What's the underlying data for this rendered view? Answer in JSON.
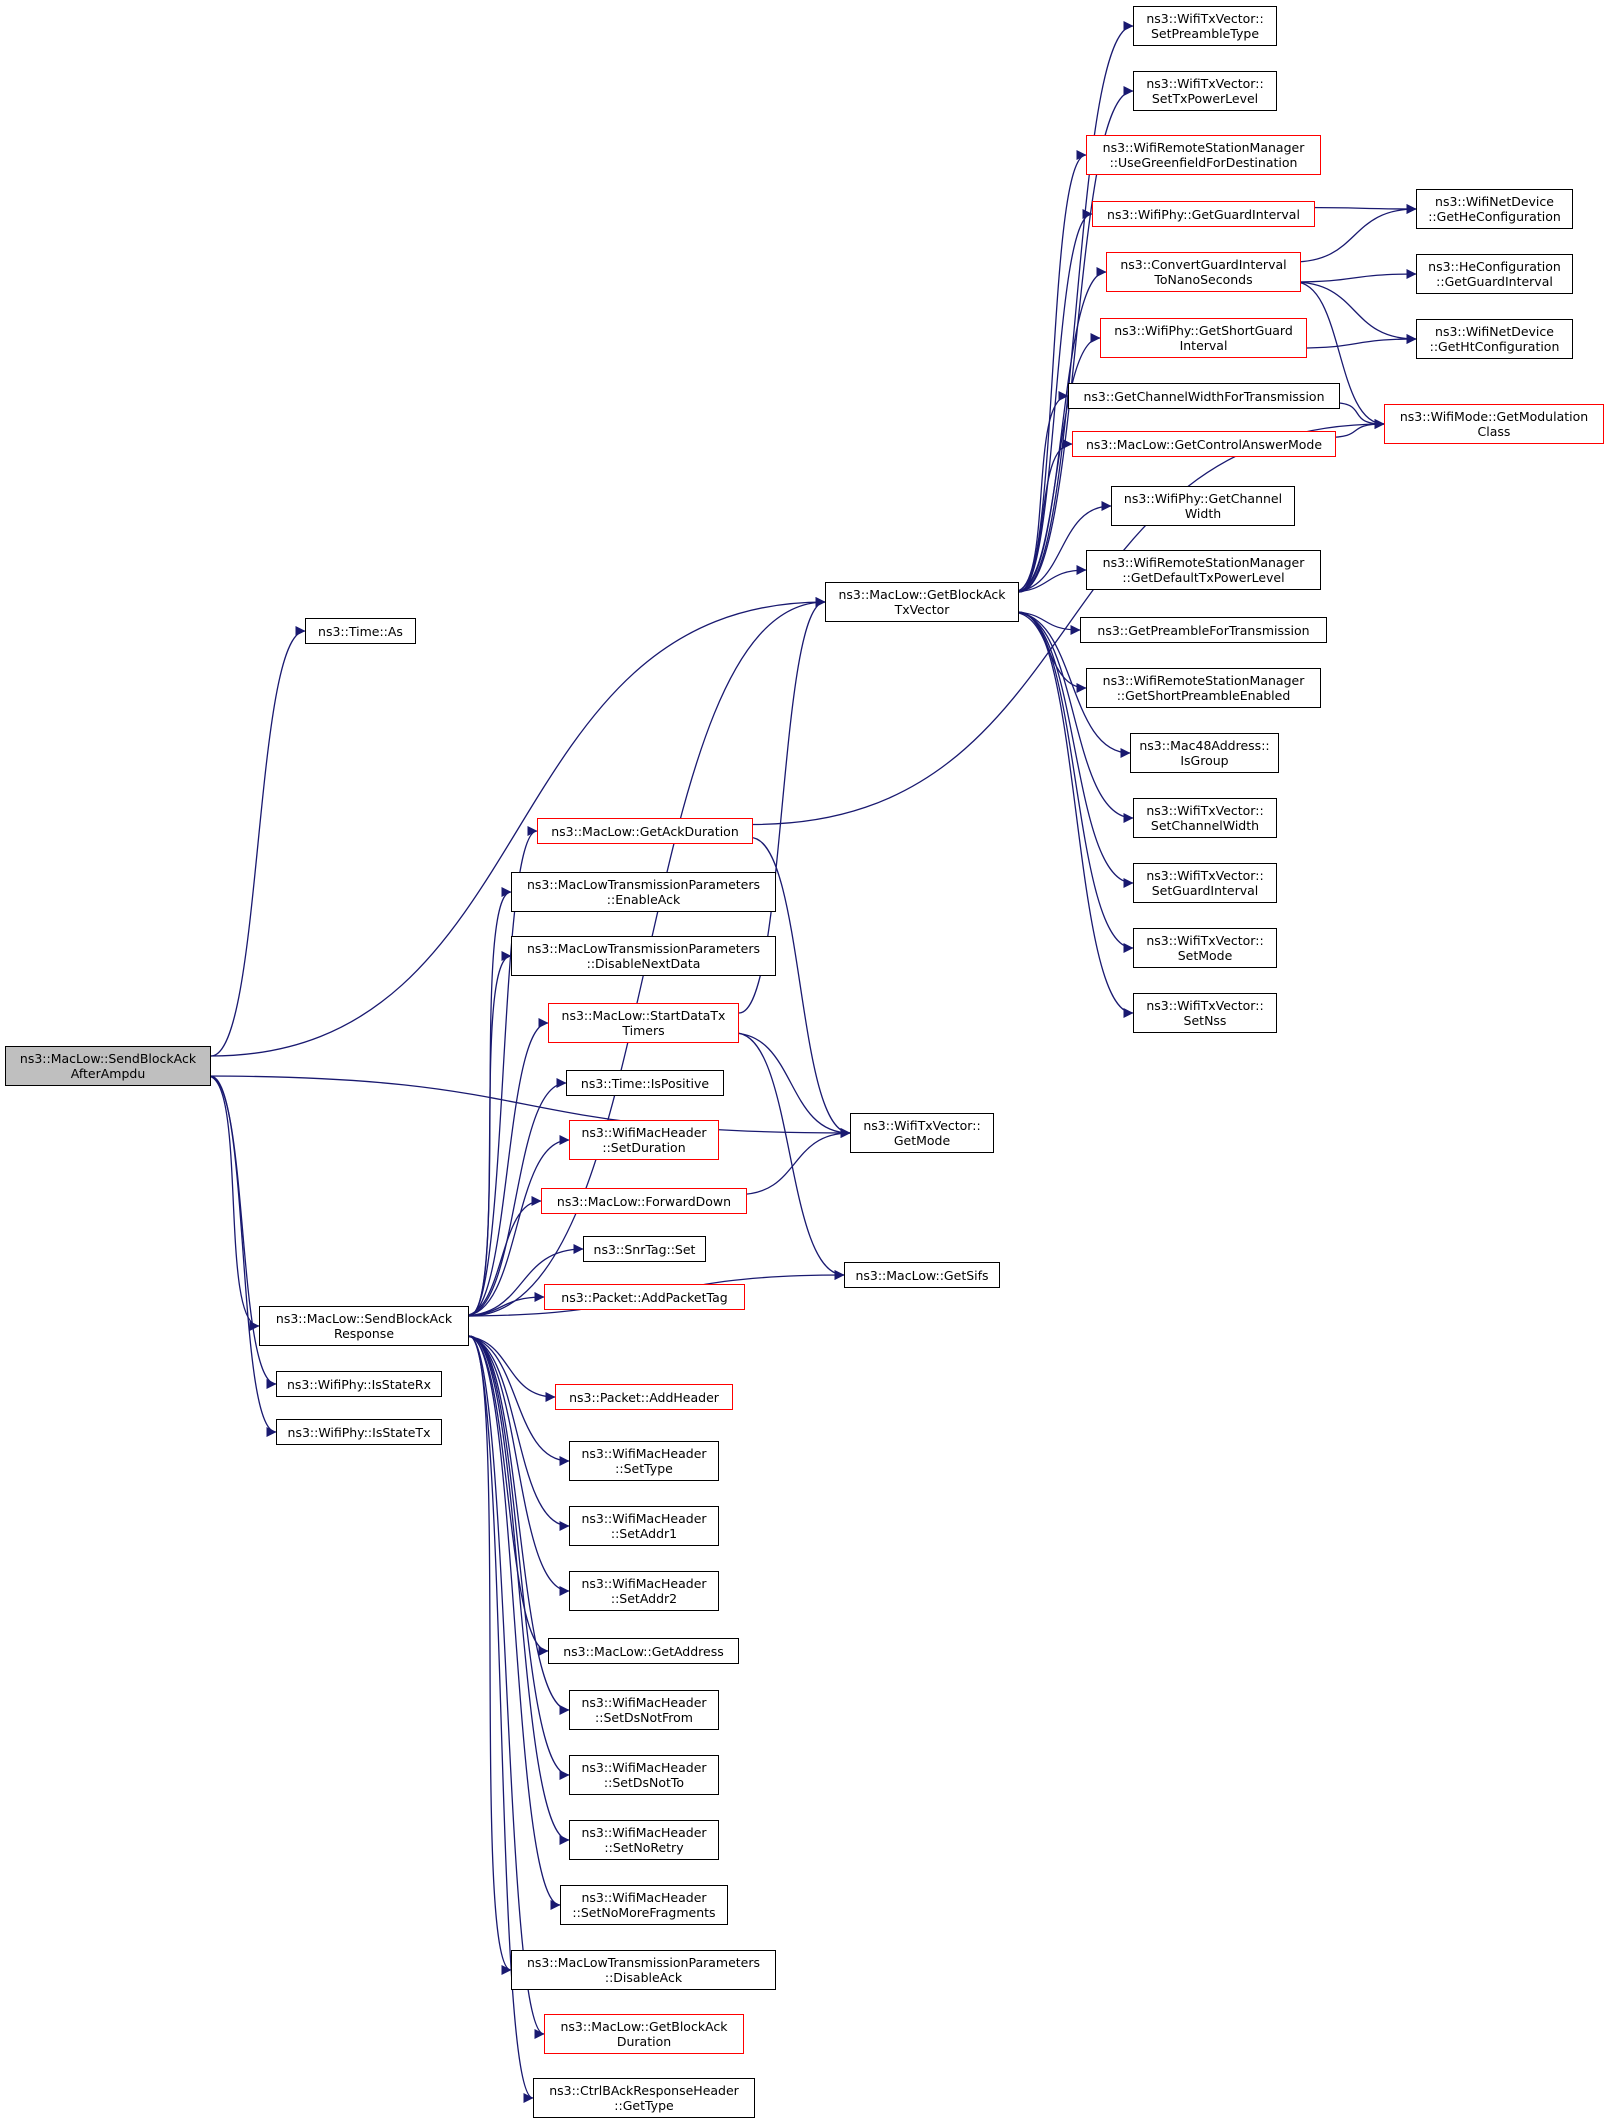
{
  "colors": {
    "edge": "#191970",
    "node_border": "#000000",
    "node_incomplete_border": "#ff0000",
    "root_fill": "#bfbfbf"
  },
  "nodes": [
    {
      "id": "root",
      "lines": [
        "ns3::MacLow::SendBlockAck",
        "AfterAmpdu"
      ],
      "style": "root"
    },
    {
      "id": "timeAs",
      "lines": [
        "ns3::Time::As"
      ],
      "style": "black"
    },
    {
      "id": "getBATx",
      "lines": [
        "ns3::MacLow::GetBlockAck",
        "TxVector"
      ],
      "style": "black"
    },
    {
      "id": "sendBAResp",
      "lines": [
        "ns3::MacLow::SendBlockAck",
        "Response"
      ],
      "style": "black"
    },
    {
      "id": "isStateRx",
      "lines": [
        "ns3::WifiPhy::IsStateRx"
      ],
      "style": "black"
    },
    {
      "id": "isStateTx",
      "lines": [
        "ns3::WifiPhy::IsStateTx"
      ],
      "style": "black"
    },
    {
      "id": "getAckDur",
      "lines": [
        "ns3::MacLow::GetAckDuration"
      ],
      "style": "red"
    },
    {
      "id": "enableAck",
      "lines": [
        "ns3::MacLowTransmissionParameters",
        "::EnableAck"
      ],
      "style": "black"
    },
    {
      "id": "disableNext",
      "lines": [
        "ns3::MacLowTransmissionParameters",
        "::DisableNextData"
      ],
      "style": "black"
    },
    {
      "id": "startTimers",
      "lines": [
        "ns3::MacLow::StartDataTx",
        "Timers"
      ],
      "style": "red"
    },
    {
      "id": "isPositive",
      "lines": [
        "ns3::Time::IsPositive"
      ],
      "style": "black"
    },
    {
      "id": "setDuration",
      "lines": [
        "ns3::WifiMacHeader",
        "::SetDuration"
      ],
      "style": "red"
    },
    {
      "id": "forwardDown",
      "lines": [
        "ns3::MacLow::ForwardDown"
      ],
      "style": "red"
    },
    {
      "id": "snrSet",
      "lines": [
        "ns3::SnrTag::Set"
      ],
      "style": "black"
    },
    {
      "id": "addPacketTag",
      "lines": [
        "ns3::Packet::AddPacketTag"
      ],
      "style": "red"
    },
    {
      "id": "addHeader",
      "lines": [
        "ns3::Packet::AddHeader"
      ],
      "style": "red"
    },
    {
      "id": "setType",
      "lines": [
        "ns3::WifiMacHeader",
        "::SetType"
      ],
      "style": "black"
    },
    {
      "id": "setAddr1",
      "lines": [
        "ns3::WifiMacHeader",
        "::SetAddr1"
      ],
      "style": "black"
    },
    {
      "id": "setAddr2",
      "lines": [
        "ns3::WifiMacHeader",
        "::SetAddr2"
      ],
      "style": "black"
    },
    {
      "id": "getAddress",
      "lines": [
        "ns3::MacLow::GetAddress"
      ],
      "style": "black"
    },
    {
      "id": "setDsNotFrom",
      "lines": [
        "ns3::WifiMacHeader",
        "::SetDsNotFrom"
      ],
      "style": "black"
    },
    {
      "id": "setDsNotTo",
      "lines": [
        "ns3::WifiMacHeader",
        "::SetDsNotTo"
      ],
      "style": "black"
    },
    {
      "id": "setNoRetry",
      "lines": [
        "ns3::WifiMacHeader",
        "::SetNoRetry"
      ],
      "style": "black"
    },
    {
      "id": "setNoMoreFrag",
      "lines": [
        "ns3::WifiMacHeader",
        "::SetNoMoreFragments"
      ],
      "style": "black"
    },
    {
      "id": "disableAck",
      "lines": [
        "ns3::MacLowTransmissionParameters",
        "::DisableAck"
      ],
      "style": "black"
    },
    {
      "id": "getBADur",
      "lines": [
        "ns3::MacLow::GetBlockAck",
        "Duration"
      ],
      "style": "red"
    },
    {
      "id": "ctrlGetType",
      "lines": [
        "ns3::CtrlBAckResponseHeader",
        "::GetType"
      ],
      "style": "black"
    },
    {
      "id": "wtvGetMode",
      "lines": [
        "ns3::WifiTxVector::",
        "GetMode"
      ],
      "style": "black"
    },
    {
      "id": "getSifs",
      "lines": [
        "ns3::MacLow::GetSifs"
      ],
      "style": "black"
    },
    {
      "id": "setPreamble",
      "lines": [
        "ns3::WifiTxVector::",
        "SetPreambleType"
      ],
      "style": "black"
    },
    {
      "id": "setTxPower",
      "lines": [
        "ns3::WifiTxVector::",
        "SetTxPowerLevel"
      ],
      "style": "black"
    },
    {
      "id": "useGreenfield",
      "lines": [
        "ns3::WifiRemoteStationManager",
        "::UseGreenfieldForDestination"
      ],
      "style": "red"
    },
    {
      "id": "getGuardInt",
      "lines": [
        "ns3::WifiPhy::GetGuardInterval"
      ],
      "style": "red"
    },
    {
      "id": "convertGI",
      "lines": [
        "ns3::ConvertGuardInterval",
        "ToNanoSeconds"
      ],
      "style": "red"
    },
    {
      "id": "getShortGI",
      "lines": [
        "ns3::WifiPhy::GetShortGuard",
        "Interval"
      ],
      "style": "red"
    },
    {
      "id": "getChWidthTx",
      "lines": [
        "ns3::GetChannelWidthForTransmission"
      ],
      "style": "black"
    },
    {
      "id": "getCtrlAnswer",
      "lines": [
        "ns3::MacLow::GetControlAnswerMode"
      ],
      "style": "red"
    },
    {
      "id": "phyGetChWidth",
      "lines": [
        "ns3::WifiPhy::GetChannel",
        "Width"
      ],
      "style": "black"
    },
    {
      "id": "getDefTxPower",
      "lines": [
        "ns3::WifiRemoteStationManager",
        "::GetDefaultTxPowerLevel"
      ],
      "style": "black"
    },
    {
      "id": "getPreambleTx",
      "lines": [
        "ns3::GetPreambleForTransmission"
      ],
      "style": "black"
    },
    {
      "id": "getShortPre",
      "lines": [
        "ns3::WifiRemoteStationManager",
        "::GetShortPreambleEnabled"
      ],
      "style": "black"
    },
    {
      "id": "isGroup",
      "lines": [
        "ns3::Mac48Address::",
        "IsGroup"
      ],
      "style": "black"
    },
    {
      "id": "setChWidth",
      "lines": [
        "ns3::WifiTxVector::",
        "SetChannelWidth"
      ],
      "style": "black"
    },
    {
      "id": "setGuardInt",
      "lines": [
        "ns3::WifiTxVector::",
        "SetGuardInterval"
      ],
      "style": "black"
    },
    {
      "id": "setMode",
      "lines": [
        "ns3::WifiTxVector::",
        "SetMode"
      ],
      "style": "black"
    },
    {
      "id": "setNss",
      "lines": [
        "ns3::WifiTxVector::",
        "SetNss"
      ],
      "style": "black"
    },
    {
      "id": "getHeConfig",
      "lines": [
        "ns3::WifiNetDevice",
        "::GetHeConfiguration"
      ],
      "style": "black"
    },
    {
      "id": "heGetGuard",
      "lines": [
        "ns3::HeConfiguration",
        "::GetGuardInterval"
      ],
      "style": "black"
    },
    {
      "id": "getHtConfig",
      "lines": [
        "ns3::WifiNetDevice",
        "::GetHtConfiguration"
      ],
      "style": "black"
    },
    {
      "id": "getModClass",
      "lines": [
        "ns3::WifiMode::GetModulation",
        "Class"
      ],
      "style": "red"
    }
  ],
  "edges": [
    [
      "root",
      "timeAs"
    ],
    [
      "root",
      "getBATx"
    ],
    [
      "root",
      "wtvGetMode"
    ],
    [
      "root",
      "sendBAResp"
    ],
    [
      "root",
      "isStateRx"
    ],
    [
      "root",
      "isStateTx"
    ],
    [
      "sendBAResp",
      "getBATx"
    ],
    [
      "sendBAResp",
      "getAckDur"
    ],
    [
      "sendBAResp",
      "enableAck"
    ],
    [
      "sendBAResp",
      "disableNext"
    ],
    [
      "sendBAResp",
      "startTimers"
    ],
    [
      "sendBAResp",
      "isPositive"
    ],
    [
      "sendBAResp",
      "setDuration"
    ],
    [
      "sendBAResp",
      "forwardDown"
    ],
    [
      "sendBAResp",
      "snrSet"
    ],
    [
      "sendBAResp",
      "addPacketTag"
    ],
    [
      "sendBAResp",
      "getSifs"
    ],
    [
      "sendBAResp",
      "addHeader"
    ],
    [
      "sendBAResp",
      "setType"
    ],
    [
      "sendBAResp",
      "setAddr1"
    ],
    [
      "sendBAResp",
      "setAddr2"
    ],
    [
      "sendBAResp",
      "getAddress"
    ],
    [
      "sendBAResp",
      "setDsNotFrom"
    ],
    [
      "sendBAResp",
      "setDsNotTo"
    ],
    [
      "sendBAResp",
      "setNoRetry"
    ],
    [
      "sendBAResp",
      "setNoMoreFrag"
    ],
    [
      "sendBAResp",
      "disableAck"
    ],
    [
      "sendBAResp",
      "getBADur"
    ],
    [
      "sendBAResp",
      "ctrlGetType"
    ],
    [
      "getAckDur",
      "wtvGetMode"
    ],
    [
      "getAckDur",
      "getModClass"
    ],
    [
      "startTimers",
      "getBATx"
    ],
    [
      "startTimers",
      "wtvGetMode"
    ],
    [
      "startTimers",
      "getSifs"
    ],
    [
      "forwardDown",
      "wtvGetMode"
    ],
    [
      "getBATx",
      "setPreamble"
    ],
    [
      "getBATx",
      "setTxPower"
    ],
    [
      "getBATx",
      "useGreenfield"
    ],
    [
      "getBATx",
      "getGuardInt"
    ],
    [
      "getBATx",
      "convertGI"
    ],
    [
      "getBATx",
      "getShortGI"
    ],
    [
      "getBATx",
      "getChWidthTx"
    ],
    [
      "getBATx",
      "getCtrlAnswer"
    ],
    [
      "getBATx",
      "phyGetChWidth"
    ],
    [
      "getBATx",
      "getDefTxPower"
    ],
    [
      "getBATx",
      "getPreambleTx"
    ],
    [
      "getBATx",
      "getShortPre"
    ],
    [
      "getBATx",
      "isGroup"
    ],
    [
      "getBATx",
      "setChWidth"
    ],
    [
      "getBATx",
      "setGuardInt"
    ],
    [
      "getBATx",
      "setMode"
    ],
    [
      "getBATx",
      "setNss"
    ],
    [
      "getGuardInt",
      "getHeConfig"
    ],
    [
      "convertGI",
      "getHeConfig"
    ],
    [
      "convertGI",
      "heGetGuard"
    ],
    [
      "convertGI",
      "getHtConfig"
    ],
    [
      "convertGI",
      "getModClass"
    ],
    [
      "getShortGI",
      "getHtConfig"
    ],
    [
      "getChWidthTx",
      "getModClass"
    ],
    [
      "getCtrlAnswer",
      "getModClass"
    ]
  ]
}
